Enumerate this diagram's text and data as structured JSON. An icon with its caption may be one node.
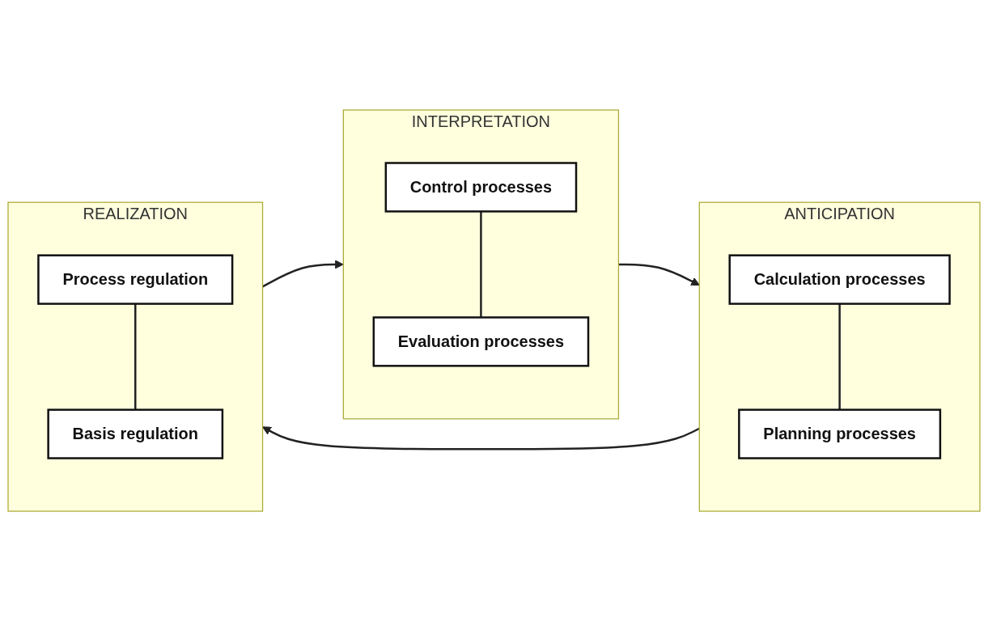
{
  "diagram": {
    "nodes": [
      {
        "text": [
          "INTERPRETATION"
        ]
      },
      {
        "text": [
          "Control processes"
        ],
        "in": 0
      },
      {
        "text": [
          "Evaluation processes"
        ],
        "in": 0
      },
      {
        "text": [
          "ANTICIPATION"
        ]
      },
      {
        "text": [
          "Calculation processes"
        ],
        "in": 3
      },
      {
        "text": [
          "Planning processes"
        ],
        "in": 3
      },
      {
        "text": [
          "REALIZATION"
        ]
      },
      {
        "text": [
          "Process regulation"
        ],
        "in": 6
      },
      {
        "text": [
          "Basis regulation"
        ],
        "in": 6
      }
    ],
    "edges": [
      {
        "from": 1,
        "to": 2,
        "arrow": "none"
      },
      {
        "from": 4,
        "to": 5,
        "arrow": "none"
      },
      {
        "from": 7,
        "to": 8,
        "arrow": "none"
      },
      {
        "from": 0,
        "to": 3,
        "arrow": "to"
      },
      {
        "from": 3,
        "to": 6,
        "arrow": "to"
      },
      {
        "from": 6,
        "to": 0,
        "arrow": "to"
      }
    ]
  }
}
